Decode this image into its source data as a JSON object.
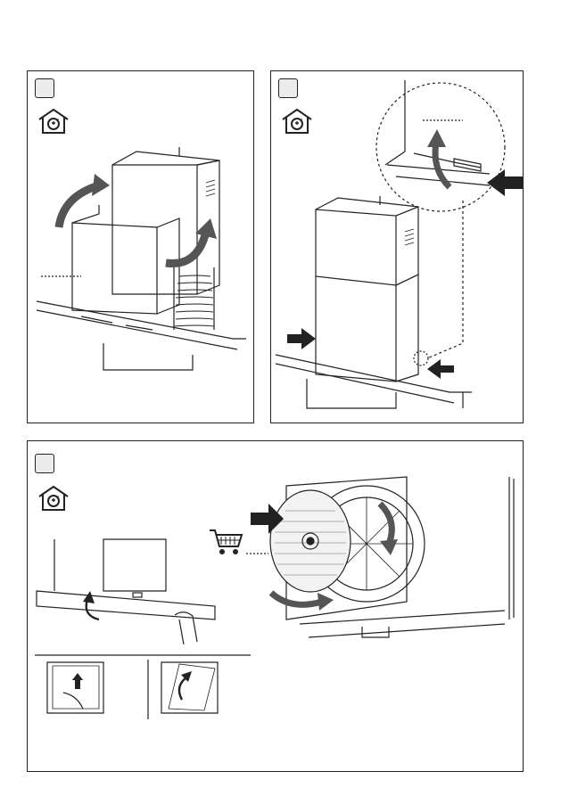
{
  "page": {
    "background": "#ffffff",
    "line_color": "#222222",
    "arrow_color": "#555555",
    "step_badge_fill": "#ececec"
  },
  "panels": [
    {
      "id": "panel-1",
      "step_badge": "",
      "icons": [
        "recirculation-house-icon",
        "chimney-cover-illustration"
      ]
    },
    {
      "id": "panel-2",
      "step_badge": "",
      "icons": [
        "recirculation-house-icon",
        "screwdriver-detail-illustration"
      ]
    },
    {
      "id": "panel-3",
      "step_badge": "",
      "icons": [
        "recirculation-house-icon",
        "shopping-cart-icon",
        "carbon-filter-illustration",
        "grease-filter-removal-illustration"
      ]
    }
  ]
}
